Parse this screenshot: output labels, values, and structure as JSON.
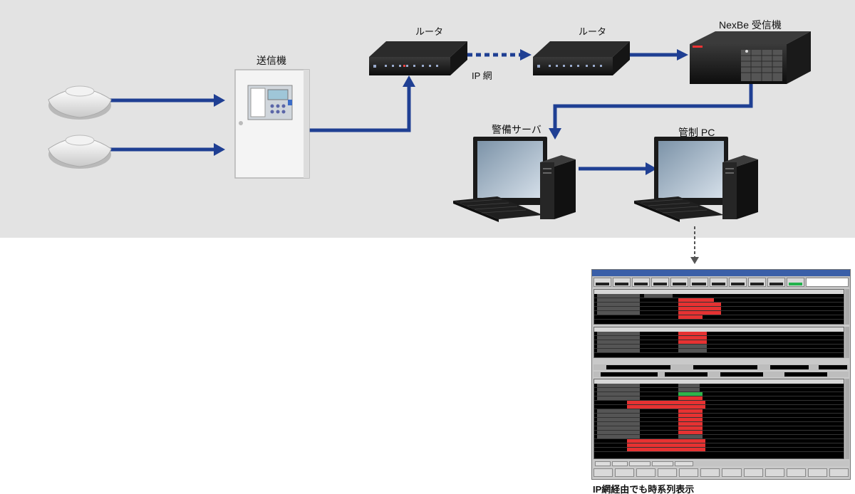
{
  "diagram": {
    "nodes": {
      "transmitter": "送信機",
      "router1": "ルータ",
      "router2": "ルータ",
      "receiver": "NexBe 受信機",
      "guard_server": "警備サーバ",
      "control_pc": "管制 PC"
    },
    "edges": {
      "ip_network": "IP 網"
    },
    "caption": "IP網経由でも時系列表示"
  },
  "colors": {
    "arrow": "#1f3f93",
    "panel_bg": "#e3e3e3",
    "alarm_red": "#e63232",
    "ok_green": "#2db34a"
  },
  "icons": [
    "smoke-detector-icon",
    "transmitter-cabinet-icon",
    "router-icon",
    "receiver-server-icon",
    "desktop-computer-icon"
  ]
}
